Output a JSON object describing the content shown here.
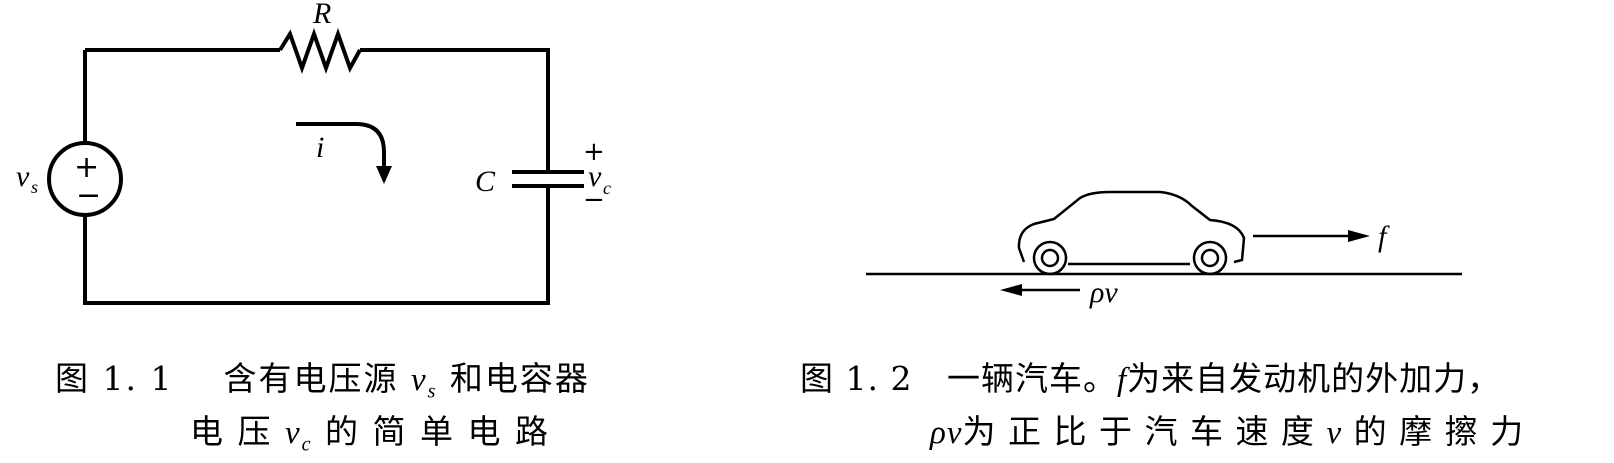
{
  "figure1": {
    "labels": {
      "resistor": "R",
      "current": "i",
      "capacitor": "C",
      "source": "v",
      "source_sub": "s",
      "cap_voltage": "v",
      "cap_voltage_sub": "c",
      "plus": "+",
      "minus": "−",
      "src_plus": "+",
      "src_minus": "−"
    },
    "caption": {
      "number": "图 1. 1",
      "line1_a": "含有电压源",
      "line1_var": "v",
      "line1_sub": "s",
      "line1_b": "和电容器",
      "line2_a": "电 压",
      "line2_var": "v",
      "line2_sub": "c",
      "line2_b": "的 简 单 电 路"
    }
  },
  "figure2": {
    "labels": {
      "force": "f",
      "friction": "ρv"
    },
    "caption": {
      "number": "图 1. 2",
      "line1_a": "一辆汽车。",
      "line1_var": "f",
      "line1_b": "为来自发动机的外加力，",
      "line2_var": "ρv",
      "line2_a": "为 正 比 于 汽 车 速 度",
      "line2_var2": "v",
      "line2_b": "的 摩 擦 力"
    }
  }
}
